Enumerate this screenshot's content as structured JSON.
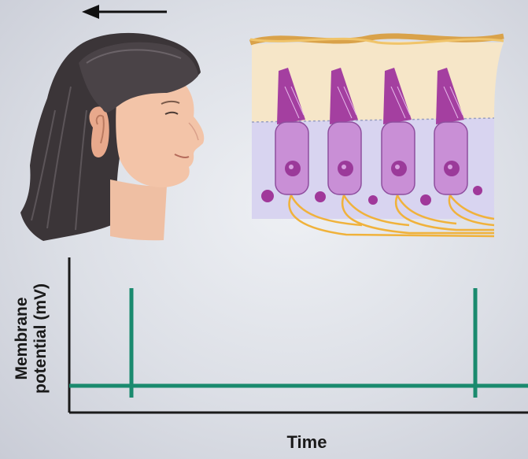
{
  "graph": {
    "y_axis_label_line1": "Membrane",
    "y_axis_label_line2": "potential (mV)",
    "x_axis_label": "Time"
  },
  "colors": {
    "trace": "#1a8a6e",
    "axis": "#1a1a1a",
    "hair": "#3b3538",
    "skin": "#f3c4a8",
    "hair_cell": "#c98fd6",
    "stereocilia": "#a43fa0",
    "nerve_fiber": "#f0b23b",
    "gel_layer": "#f6e6c8",
    "support_cells": "#d8d4f0",
    "direction_arrow": "#111111"
  },
  "icons": {
    "head": "human-head-profile",
    "arrow": "left-arrow",
    "cells": "hair-cells-with-stereocilia"
  }
}
